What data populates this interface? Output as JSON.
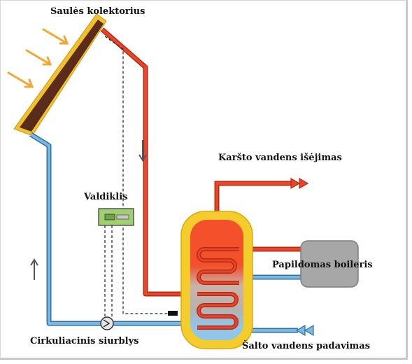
{
  "labels": {
    "collector": "Saulės kolektorius",
    "controller": "Valdiklis",
    "hot_out": "Karšto vandens išėjimas",
    "aux_boiler": "Papildomas boileris",
    "pump": "Cirkuliacinis siurblys",
    "cold_in": "Šalto vandens padavimas"
  },
  "colors": {
    "hot": "#e8452b",
    "cold": "#7ab8e2",
    "tank_shell": "#f4cd2c",
    "tank_hot": "#f3502b",
    "tank_mid": "#c9b3aa",
    "tank_cold": "#8fc6ea",
    "boiler": "#a7a7a7",
    "controller": "#a0cf70",
    "sun_rays": "#f3a733",
    "flow_arrow": "#555555"
  },
  "icons": [
    "sun-ray-arrow",
    "flow-direction-arrow",
    "pump-icon",
    "sensor-icon"
  ]
}
